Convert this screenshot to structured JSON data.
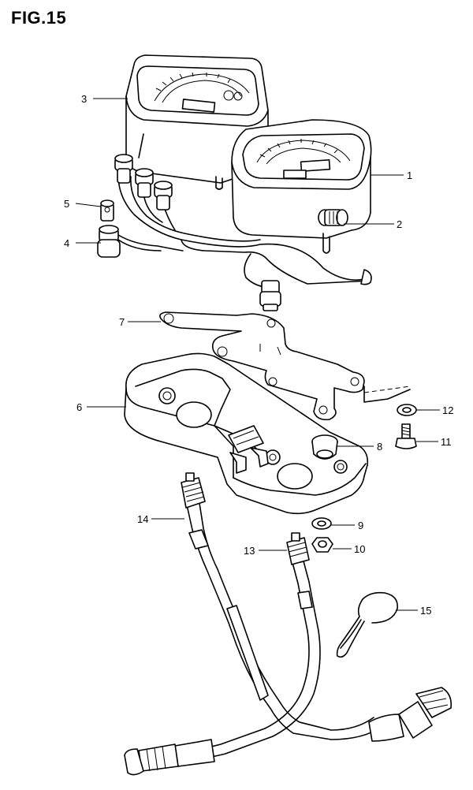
{
  "figure": {
    "title": "FIG.15"
  },
  "callouts": {
    "c1": "1",
    "c2": "2",
    "c3": "3",
    "c4": "4",
    "c5": "5",
    "c6": "6",
    "c7": "7",
    "c8": "8",
    "c9": "9",
    "c10": "10",
    "c11": "11",
    "c12": "12",
    "c13": "13",
    "c14": "14",
    "c15": "15"
  }
}
